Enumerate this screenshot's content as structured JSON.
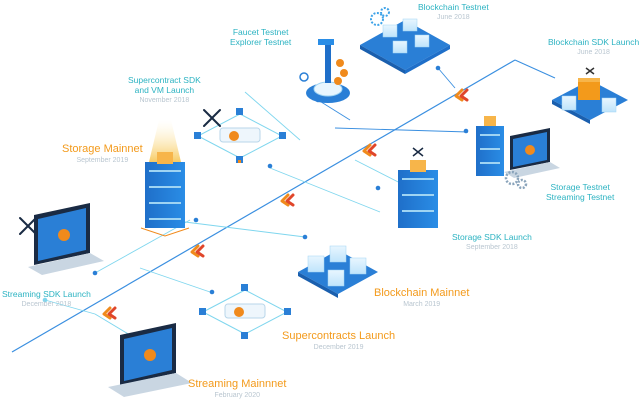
{
  "colors": {
    "road": "#3a8fe0",
    "line_light": "#7fd6ee",
    "node_blue": "#2a7fd6",
    "chevron_orange": "#f08a1c",
    "chevron_red": "#e0462a",
    "label_teal": "#2cb3c2",
    "label_orange": "#f39a1b",
    "date_grey": "#b9c6d0"
  },
  "milestones": {
    "blockchain_testnet": {
      "title": "Blockchain Testnet",
      "date": "June 2018"
    },
    "faucet_explorer": {
      "title_line1": "Faucet Testnet",
      "title_line2": "Explorer Testnet"
    },
    "blockchain_sdk": {
      "title": "Blockchain SDK Launch",
      "date": "June 2018"
    },
    "supercontract_sdk": {
      "title_line1": "Supercontract SDK",
      "title_line2": "and VM Launch",
      "date": "November 2018"
    },
    "storage_mainnet": {
      "title": "Storage Mainnet",
      "date": "September 2019"
    },
    "storage_streaming_testnet": {
      "title_line1": "Storage Testnet",
      "title_line2": "Streaming Testnet"
    },
    "storage_sdk": {
      "title": "Storage SDK Launch",
      "date": "September 2018"
    },
    "streaming_sdk": {
      "title": "Streaming SDK Launch",
      "date": "December 2018"
    },
    "blockchain_mainnet": {
      "title": "Blockchain Mainnet",
      "date": "March 2019"
    },
    "supercontracts_launch": {
      "title": "Supercontracts Launch",
      "date": "December 2019"
    },
    "streaming_mainnet": {
      "title": "Streaming Mainnnet",
      "date": "February 2020"
    }
  },
  "icons": [
    "blockchain-cubes-icon",
    "faucet-icon",
    "server-stack-icon",
    "laptop-play-icon",
    "contract-scroll-icon",
    "tools-icon",
    "gears-icon",
    "chevron-arrow-icon"
  ]
}
